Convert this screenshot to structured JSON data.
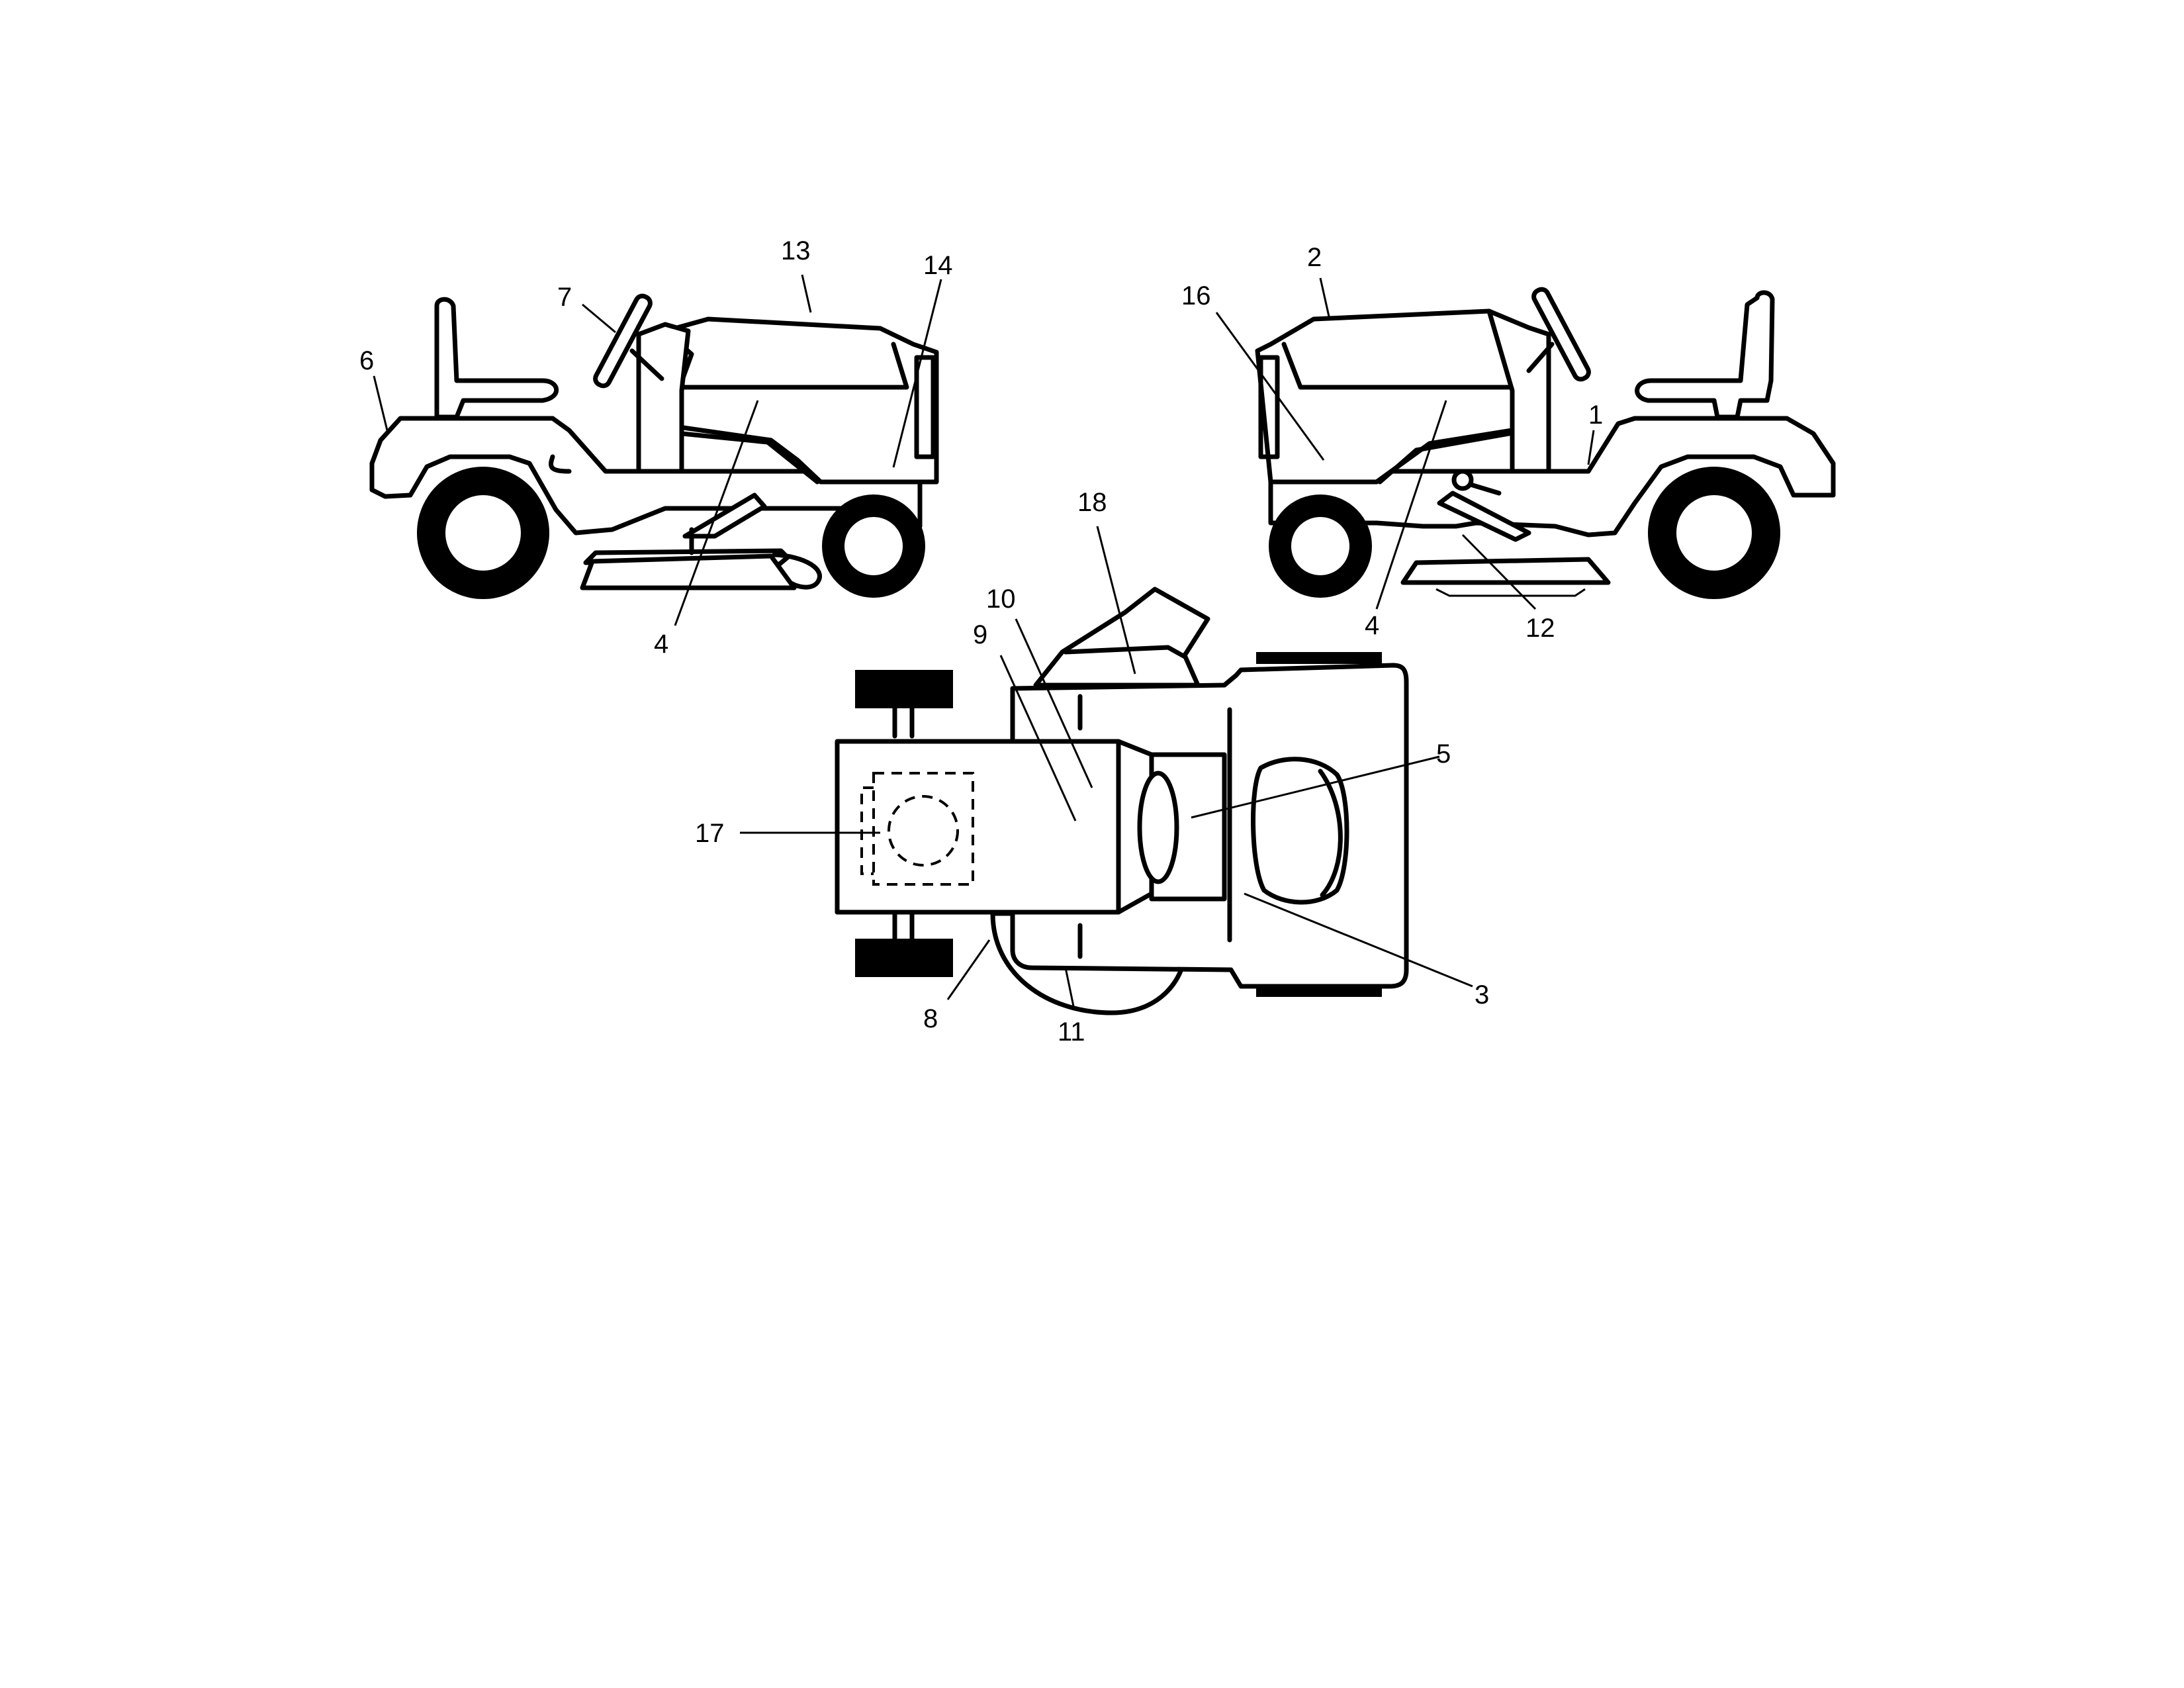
{
  "callouts": [
    {
      "id": "c1",
      "text": "1"
    },
    {
      "id": "c2",
      "text": "2"
    },
    {
      "id": "c3",
      "text": "3"
    },
    {
      "id": "c4a",
      "text": "4"
    },
    {
      "id": "c4b",
      "text": "4"
    },
    {
      "id": "c5",
      "text": "5"
    },
    {
      "id": "c6",
      "text": "6"
    },
    {
      "id": "c7",
      "text": "7"
    },
    {
      "id": "c8",
      "text": "8"
    },
    {
      "id": "c9",
      "text": "9"
    },
    {
      "id": "c10",
      "text": "10"
    },
    {
      "id": "c11",
      "text": "11"
    },
    {
      "id": "c12",
      "text": "12"
    },
    {
      "id": "c13",
      "text": "13"
    },
    {
      "id": "c14",
      "text": "14"
    },
    {
      "id": "c16",
      "text": "16"
    },
    {
      "id": "c17",
      "text": "17"
    },
    {
      "id": "c18",
      "text": "18"
    }
  ]
}
